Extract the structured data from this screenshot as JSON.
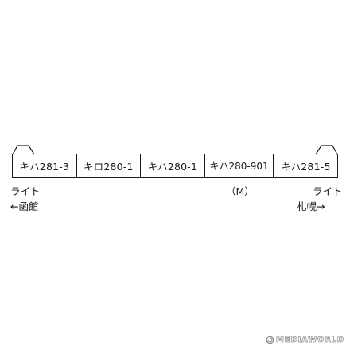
{
  "formation": {
    "cars": [
      {
        "id": "car-1",
        "label": "キハ281-3"
      },
      {
        "id": "car-2",
        "label": "キロ280-1"
      },
      {
        "id": "car-3",
        "label": "キハ280-1"
      },
      {
        "id": "car-4",
        "label": "キハ280-901"
      },
      {
        "id": "car-5",
        "label": "キハ281-5"
      }
    ]
  },
  "annotations": {
    "left_light": "ライト",
    "left_direction": "←函館",
    "motor": "（M）",
    "right_light": "ライト",
    "right_direction": "札幌→"
  },
  "watermark": {
    "text": "MEDIAWORLD"
  }
}
